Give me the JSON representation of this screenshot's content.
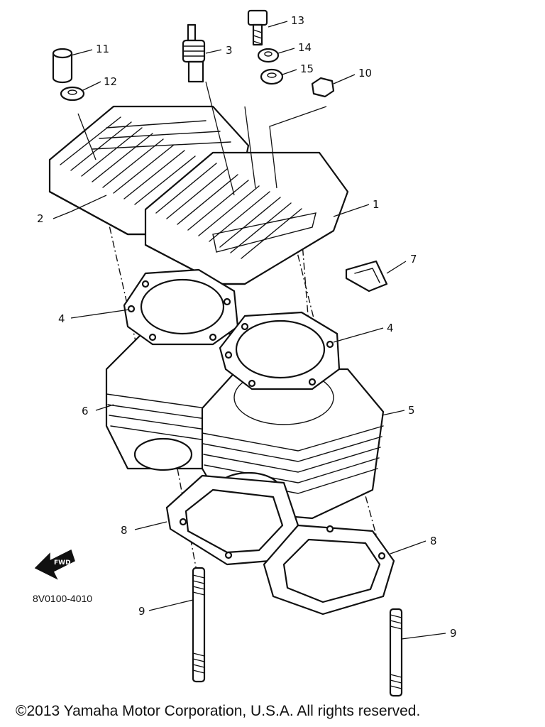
{
  "diagram": {
    "part_code": "8V0100-4010",
    "copyright": "©2013 Yamaha Motor Corporation, U.S.A. All rights reserved.",
    "fwd_label": "FWD",
    "callouts": [
      {
        "id": "c1",
        "number": "1"
      },
      {
        "id": "c2",
        "number": "2"
      },
      {
        "id": "c3",
        "number": "3"
      },
      {
        "id": "c4a",
        "number": "4"
      },
      {
        "id": "c4b",
        "number": "4"
      },
      {
        "id": "c5",
        "number": "5"
      },
      {
        "id": "c6",
        "number": "6"
      },
      {
        "id": "c7",
        "number": "7"
      },
      {
        "id": "c8a",
        "number": "8"
      },
      {
        "id": "c8b",
        "number": "8"
      },
      {
        "id": "c9a",
        "number": "9"
      },
      {
        "id": "c9b",
        "number": "9"
      },
      {
        "id": "c10",
        "number": "10"
      },
      {
        "id": "c11",
        "number": "11"
      },
      {
        "id": "c12",
        "number": "12"
      },
      {
        "id": "c13",
        "number": "13"
      },
      {
        "id": "c14",
        "number": "14"
      },
      {
        "id": "c15",
        "number": "15"
      }
    ]
  }
}
